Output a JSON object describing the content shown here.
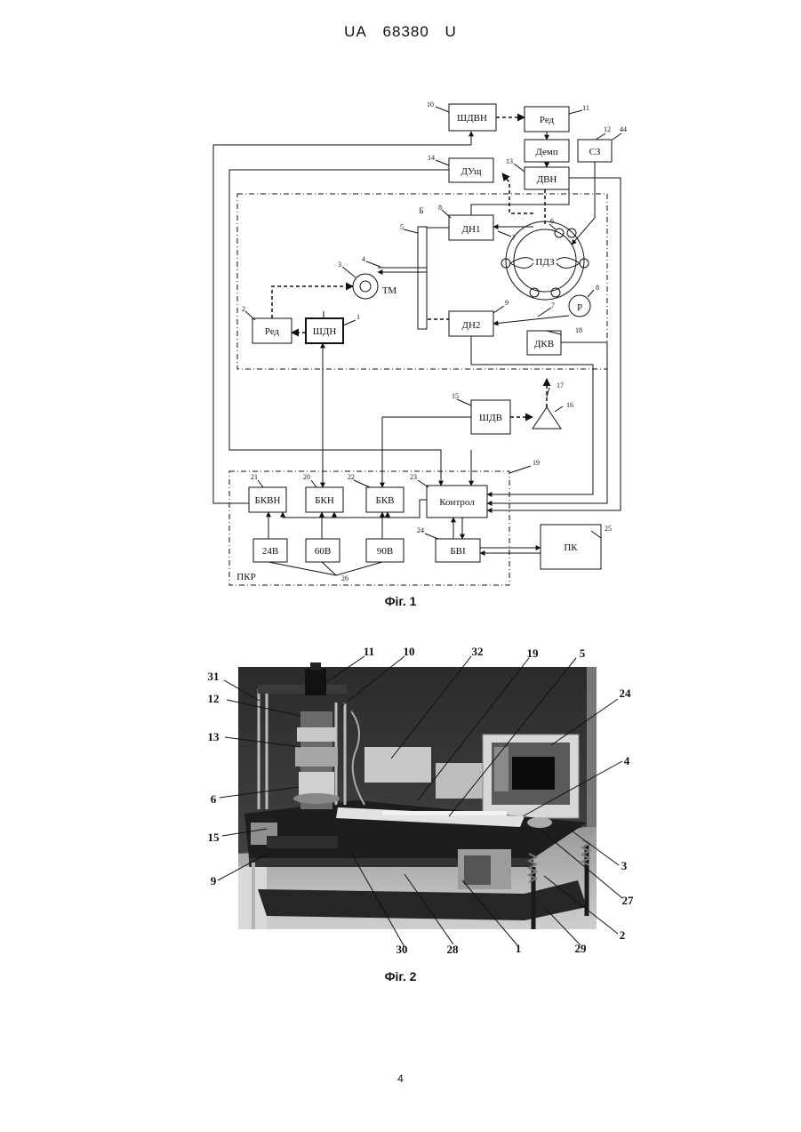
{
  "header": {
    "office": "UA",
    "number": "68380",
    "kind": "U"
  },
  "figure1": {
    "caption": "Фіг. 1",
    "blocks": {
      "shdvn": "ШДВН",
      "red_top": "Ред",
      "demp": "Демп",
      "sz": "СЗ",
      "dush": "ДУщ",
      "dvn": "ДВН",
      "dn1": "ДН1",
      "pdz": "ПДЗ",
      "tm": "ТМ",
      "red_left": "Ред",
      "shdn": "ШДН",
      "dn2": "ДН2",
      "r": "Р",
      "dkv": "ДКВ",
      "shdv": "ШДВ",
      "bkvn": "БКВН",
      "bkn": "БКН",
      "bkv": "БКВ",
      "kontrol": "Контрол",
      "bvi": "БВІ",
      "v24": "24В",
      "v60": "60В",
      "v90": "90В",
      "pk": "ПК",
      "pkr": "ПКР"
    },
    "refs": {
      "r10": "10",
      "r11": "11",
      "r12": "12",
      "r44": "44",
      "r14": "14",
      "r13": "13",
      "r8a": "8",
      "rB": "Б",
      "r5": "5",
      "r6": "6",
      "r7a": "7",
      "r4": "4",
      "r3": "3",
      "r2": "2",
      "r1": "1",
      "r9": "9",
      "r7b": "7",
      "r8b": "8",
      "r18": "18",
      "r17": "17",
      "r15": "15",
      "r16": "16",
      "r19": "19",
      "r21": "21",
      "r20": "20",
      "r22": "22",
      "r23": "23",
      "r24": "24",
      "r25": "25",
      "r26": "26"
    }
  },
  "figure2": {
    "caption": "Фіг. 2",
    "callouts": {
      "c11": "11",
      "c10": "10",
      "c32": "32",
      "c19": "19",
      "c5": "5",
      "c31": "31",
      "c12": "12",
      "c24": "24",
      "c13": "13",
      "c4": "4",
      "c6": "6",
      "c15": "15",
      "c3": "3",
      "c9": "9",
      "c27": "27",
      "c2": "2",
      "c30": "30",
      "c28": "28",
      "c1": "1",
      "c29": "29"
    }
  },
  "page": {
    "number": "4"
  }
}
